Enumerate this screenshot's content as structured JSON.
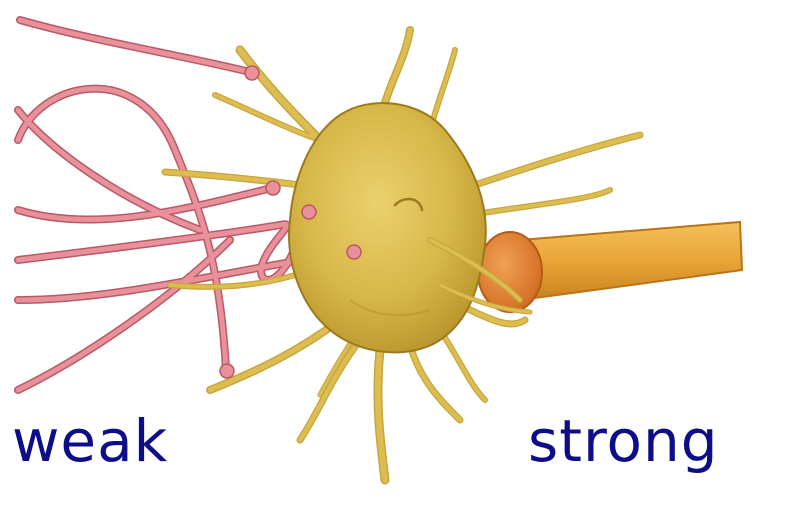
{
  "labels": {
    "weak": "weak",
    "strong": "strong"
  },
  "colors": {
    "label_text": "#0d0d8a",
    "weak_axon": "#e8919b",
    "weak_axon_outline": "#b85a66",
    "soma": "#d9b84c",
    "soma_outline": "#9c7a1c",
    "strong_axon": "#e9a437",
    "strong_terminal": "#e47d2a"
  },
  "icons": {
    "neuron": "neuron-cell-body-illustration"
  }
}
